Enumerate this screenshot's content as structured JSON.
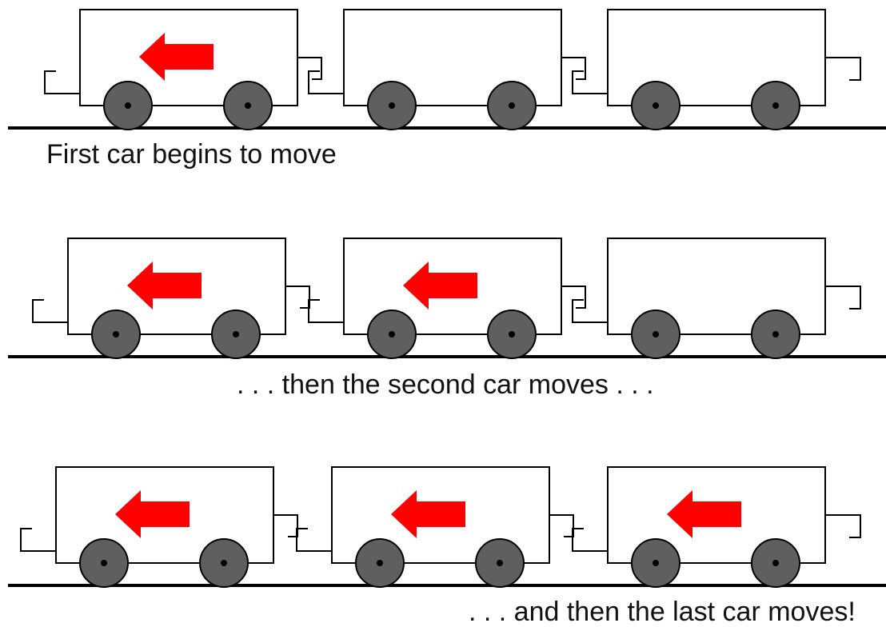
{
  "colors": {
    "line": "#000000",
    "wheel": "#5f5f5f",
    "arrow": "#ff0000",
    "background": "#ffffff"
  },
  "rows": [
    {
      "caption": "First car begins to move",
      "cars": [
        {
          "moving": true
        },
        {
          "moving": false
        },
        {
          "moving": false
        }
      ]
    },
    {
      "caption": ". . . then the second car moves . . .",
      "cars": [
        {
          "moving": true
        },
        {
          "moving": true
        },
        {
          "moving": false
        }
      ]
    },
    {
      "caption": ". . . and then the last car moves!",
      "cars": [
        {
          "moving": true
        },
        {
          "moving": true
        },
        {
          "moving": true
        }
      ]
    }
  ]
}
